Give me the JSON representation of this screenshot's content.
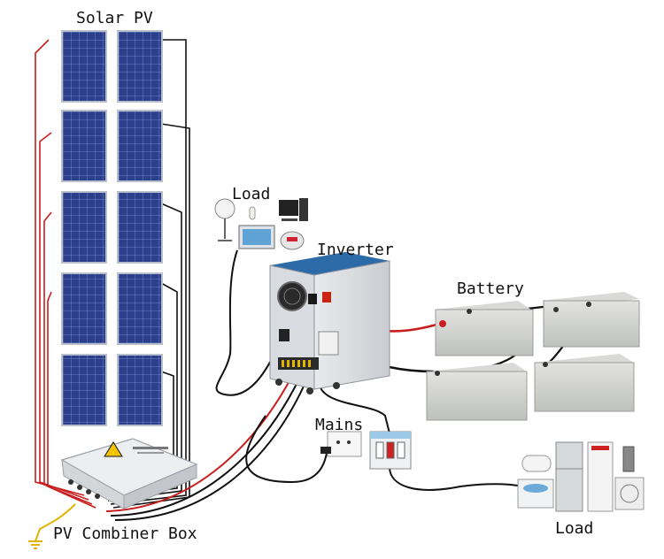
{
  "labels": {
    "solar_pv": "Solar PV",
    "load_top": "Load",
    "inverter": "Inverter",
    "battery": "Battery",
    "mains": "Mains",
    "pv_combiner_box": "PV Combiner Box",
    "load_bottom": "Load"
  },
  "colors": {
    "positive_wire": "#c81e1e",
    "negative_wire": "#111111",
    "ground_wire": "#e0b400",
    "panel_blue": "#2a3f8a",
    "battery_gray": "#cfd0cd",
    "inverter_blue": "#2d6aa8"
  },
  "icons": [
    "solar-panel-icon",
    "fan-icon",
    "lamp-icon",
    "computer-icon",
    "tv-icon",
    "rice-cooker-icon",
    "inverter-icon",
    "battery-icon",
    "socket-icon",
    "breaker-icon",
    "combiner-box-icon",
    "ground-icon",
    "fridge-icon",
    "washing-machine-icon",
    "water-heater-icon",
    "air-conditioner-icon"
  ]
}
